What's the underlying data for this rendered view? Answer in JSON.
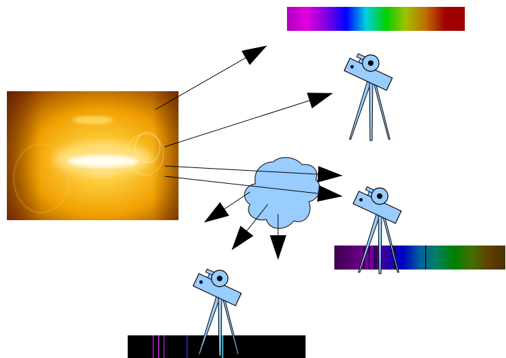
{
  "diagram": {
    "light_source": {
      "kind": "glowing hot lamp",
      "colors": {
        "outer": "#7a2e00",
        "mid": "#e08a00",
        "glow": "#ffc830",
        "core": "#fffbe0"
      }
    },
    "gas_cloud": {
      "fill": "#99ccff",
      "stroke": "#000000"
    },
    "telescope_colors": {
      "fill": "#99ccff",
      "stroke": "#000000"
    },
    "spectra": [
      {
        "id": "continuous",
        "type": "continuous spectrum",
        "stops": [
          "#b000c0",
          "#e000e0",
          "#8000e0",
          "#0000ff",
          "#00d0e0",
          "#00d000",
          "#a0c000",
          "#c07000",
          "#a00000",
          "#a00000"
        ]
      },
      {
        "id": "absorption",
        "type": "absorption spectrum",
        "stops": [
          "#3c004a",
          "#5a0070",
          "#7a00a0",
          "#3000a0",
          "#0000c0",
          "#0060a0",
          "#008060",
          "#008000",
          "#407000",
          "#604000",
          "#4a3000"
        ],
        "dark_lines_at": [
          0.17,
          0.2,
          0.23,
          0.24,
          0.35,
          0.53
        ]
      },
      {
        "id": "emission",
        "type": "emission spectrum",
        "background": "#000000",
        "bright_lines": [
          {
            "pos": 0.14,
            "color": "#8a1aa0"
          },
          {
            "pos": 0.17,
            "color": "#9a2ab0"
          },
          {
            "pos": 0.2,
            "color": "#7a1a9a"
          },
          {
            "pos": 0.33,
            "color": "#3a20b0"
          },
          {
            "pos": 0.53,
            "color": "#40c0c8"
          }
        ]
      }
    ]
  }
}
